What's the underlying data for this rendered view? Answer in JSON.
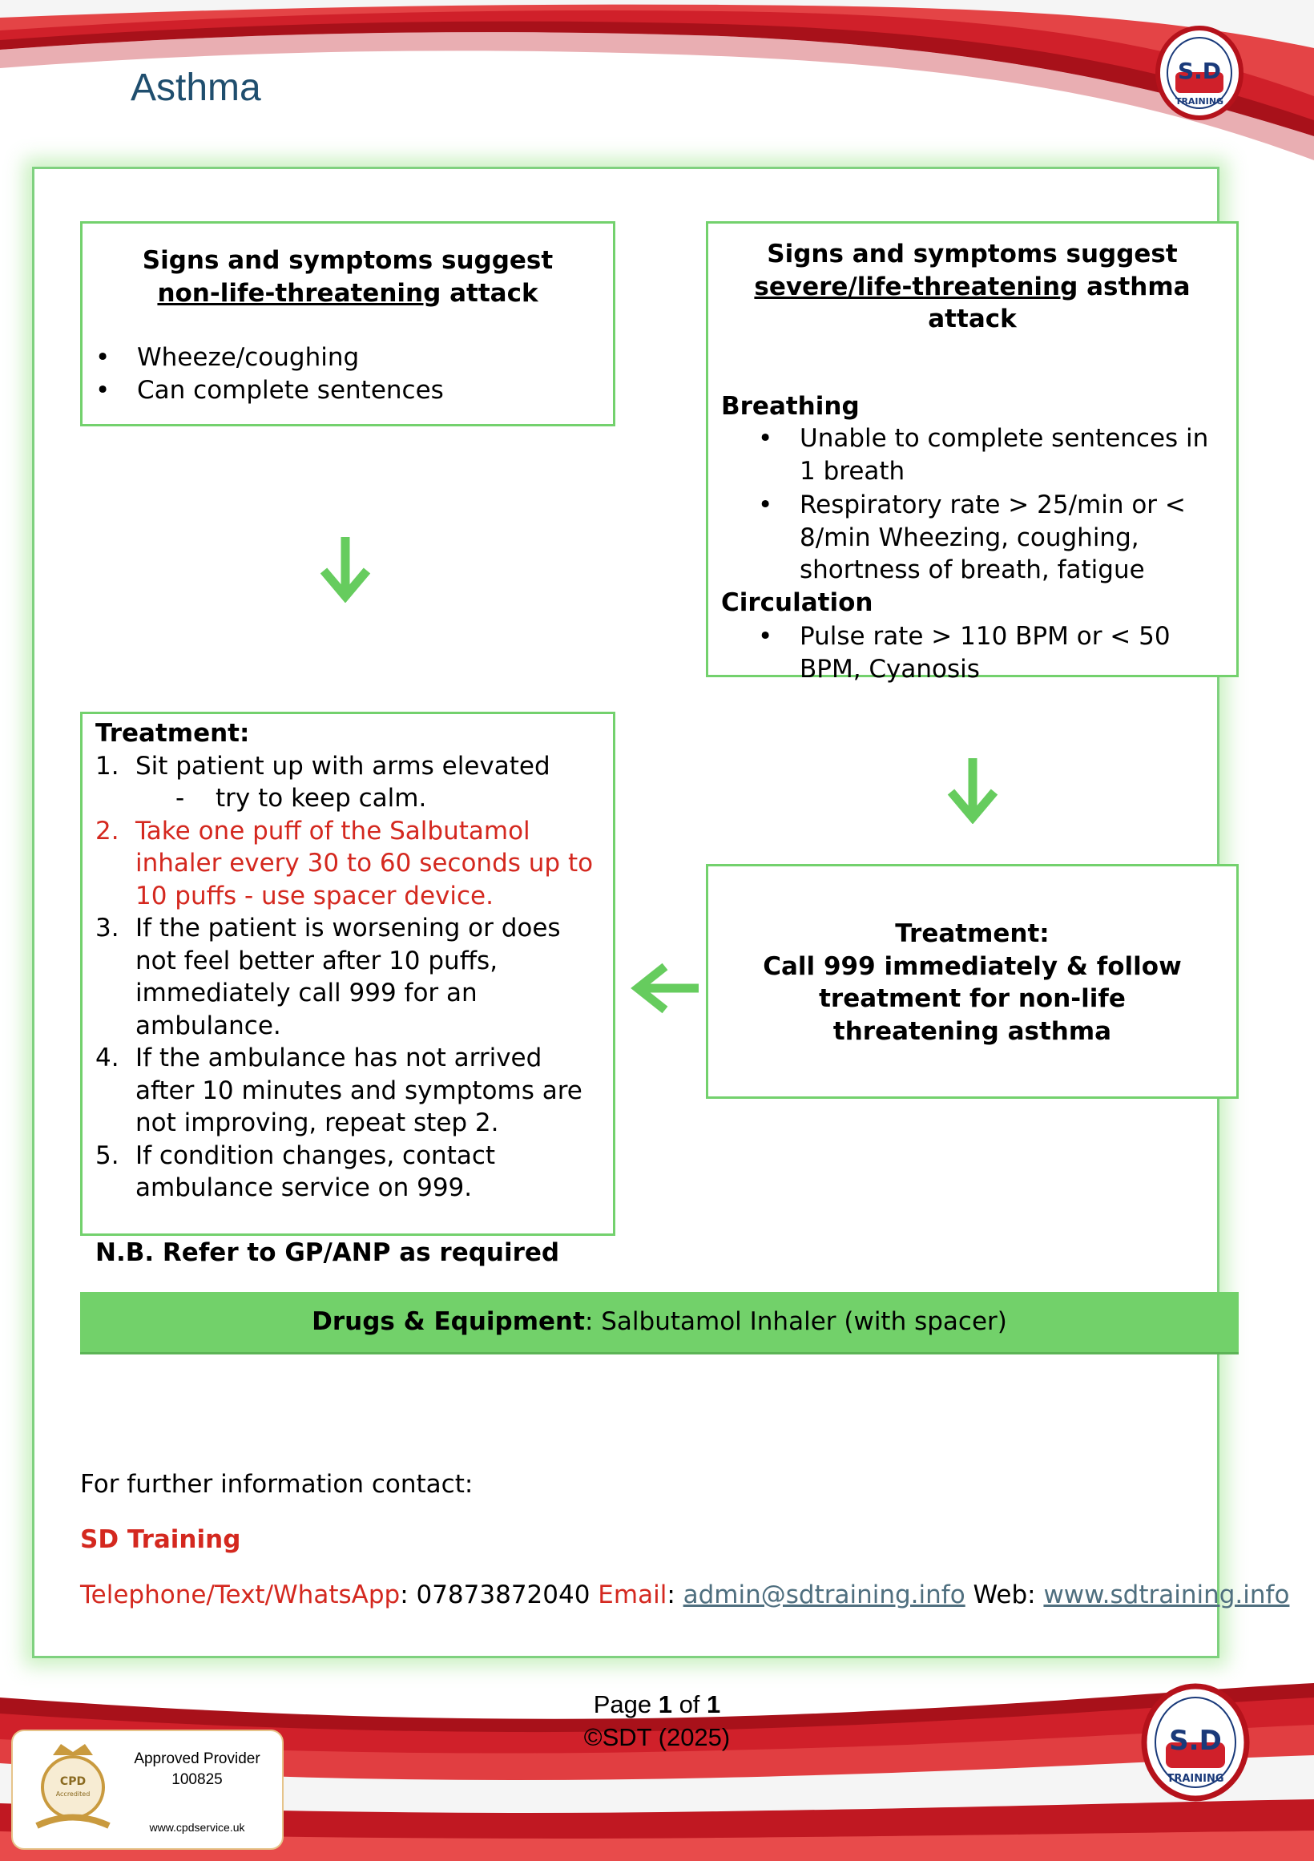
{
  "header": {
    "title": "Asthma",
    "logo_text": "S.D",
    "logo_sub": "TRAINING"
  },
  "left_signs": {
    "heading_line1": "Signs and symptoms suggest",
    "heading_underlined": "non-life-threatening",
    "heading_rest": " attack",
    "bullets": [
      "Wheeze/coughing",
      "Can complete sentences"
    ]
  },
  "right_signs": {
    "heading_line1": "Signs and symptoms suggest",
    "heading_underlined": "severe/life-threatening",
    "heading_rest": " asthma attack",
    "breathing_label": "Breathing",
    "breathing_bullets": [
      "Unable to complete sentences in 1 breath",
      "Respiratory rate > 25/min or < 8/min Wheezing, coughing, shortness of breath, fatigue"
    ],
    "circulation_label": "Circulation",
    "circulation_bullets": [
      "Pulse rate > 110 BPM or < 50 BPM, Cyanosis"
    ]
  },
  "treatment_left": {
    "title": "Treatment:",
    "steps": [
      {
        "num": "1.",
        "text": "Sit patient up with arms elevated"
      },
      {
        "num": "2.",
        "text": "Take one puff of the Salbutamol inhaler every 30 to 60 seconds up to 10 puffs - use spacer device."
      },
      {
        "num": "3.",
        "text": "If the patient is worsening or does not feel better after 10 puffs, immediately call 999 for an ambulance."
      },
      {
        "num": "4.",
        "text": "If the ambulance has not arrived after 10 minutes and symptoms are not improving, repeat step 2."
      },
      {
        "num": "5.",
        "text": "If condition changes, contact ambulance service on 999."
      }
    ],
    "sub_dash": "-",
    "sub_step": "try to keep calm.",
    "note": "N.B. Refer to GP/ANP as required"
  },
  "treatment_right": {
    "title": "Treatment:",
    "line1": "Call 999 immediately & follow",
    "line2": "treatment for non-life",
    "line3": "threatening asthma"
  },
  "drugs": {
    "label": "Drugs & Equipment",
    "value": ": Salbutamol Inhaler (with spacer)"
  },
  "contact": {
    "intro": "For further information contact:",
    "org": "SD Training",
    "phone_label": "Telephone/Text/WhatsApp",
    "phone_value": ": 07873872040 ",
    "email_label": "Email",
    "email_colon": ": ",
    "email": "admin@sdtraining.info",
    "web_label": " Web: ",
    "web": "www.sdtraining.info"
  },
  "footer": {
    "page_prefix": "Page ",
    "page_num": "1",
    "page_of": " of ",
    "page_total": "1",
    "copyright": "©SDT (2025)",
    "cpd_line1": "Approved Provider",
    "cpd_line2": "100825",
    "cpd_url": "www.cpdservice.uk",
    "cpd_badge": "CPD",
    "cpd_badge_sub": "Accredited"
  },
  "colors": {
    "green": "#73d16d",
    "red": "#d4281f",
    "title_blue": "#1f4e6e",
    "wave_red": "#b5121b"
  }
}
